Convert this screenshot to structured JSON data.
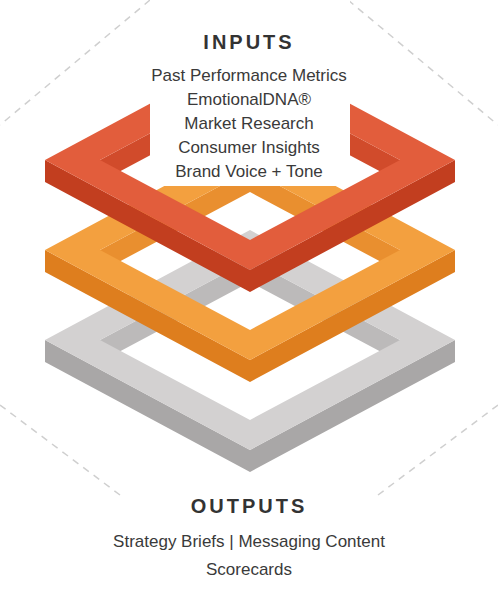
{
  "diagram": {
    "labels": [
      "INPUTS",
      "Past Performance Metrics",
      "EmotionalDNA®",
      "Market Research",
      "Consumer Insights",
      "Brand Voice + Tone",
      "OUTPUTS",
      "Strategy Briefs | Messaging Content Scorecards"
    ]
  }
}
